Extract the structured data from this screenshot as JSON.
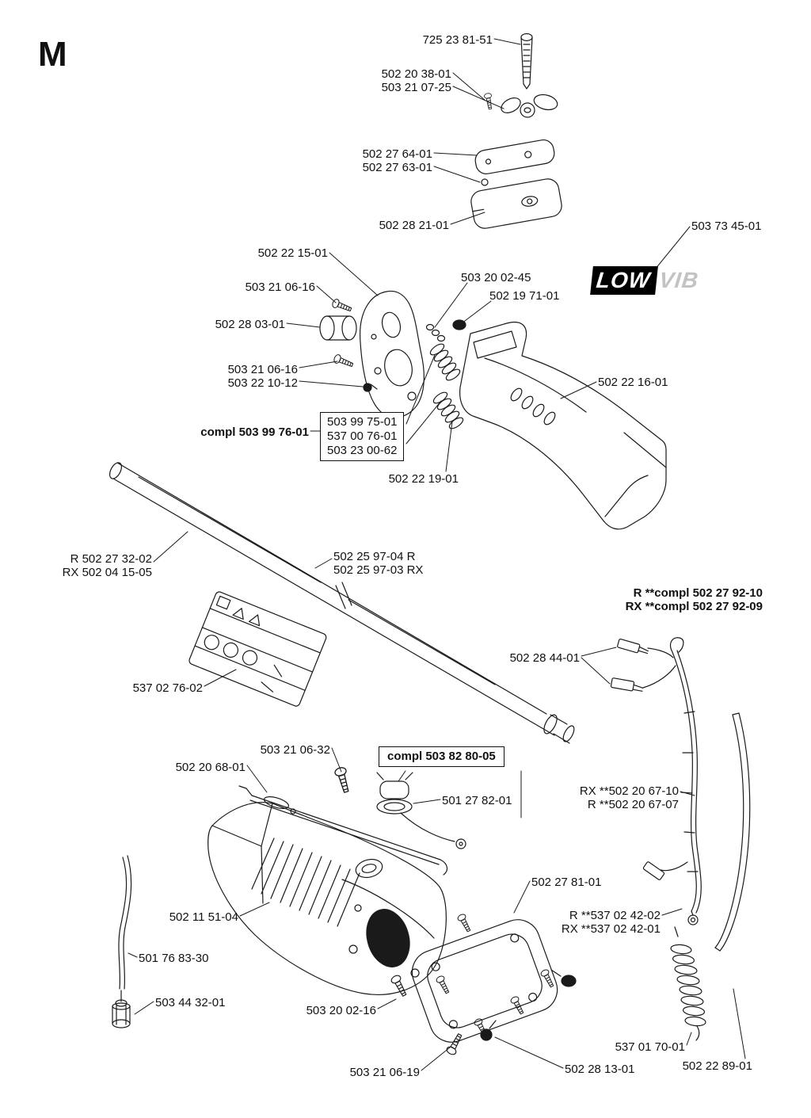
{
  "page": {
    "section_letter": "M"
  },
  "logo": {
    "low_text": "LOW",
    "vib_text": "VIB"
  },
  "labels": [
    {
      "text": "725 23 81-51"
    },
    {
      "text": "502 20 38-01"
    },
    {
      "text": "503 21 07-25"
    },
    {
      "text": "502 27 64-01"
    },
    {
      "text": "502 27 63-01"
    },
    {
      "text": "502 28 21-01"
    },
    {
      "text": "503 73 45-01"
    },
    {
      "text": "502 22 15-01"
    },
    {
      "text": "503 21 06-16"
    },
    {
      "text": "502 28 03-01"
    },
    {
      "text": "503 20 02-45"
    },
    {
      "text": "502 19 71-01"
    },
    {
      "text": "503 21 06-16"
    },
    {
      "text": "503 22 10-12"
    },
    {
      "text": "502 22 16-01"
    },
    {
      "text": "compl 503 99 76-01"
    },
    {
      "text": "503 99 75-01"
    },
    {
      "text": "537 00 76-01"
    },
    {
      "text": "503 23 00-62"
    },
    {
      "text": "502 22 19-01"
    },
    {
      "text": "R 502 27 32-02"
    },
    {
      "text": "RX 502 04 15-05"
    },
    {
      "text": "502 25 97-04 R"
    },
    {
      "text": "502 25 97-03 RX"
    },
    {
      "text": "R **compl 502 27 92-10"
    },
    {
      "text": "RX **compl 502 27 92-09"
    },
    {
      "text": "502 28 44-01"
    },
    {
      "text": "537 02 76-02"
    },
    {
      "text": "503 21 06-32"
    },
    {
      "text": "502 20 68-01"
    },
    {
      "text": "compl 503 82 80-05"
    },
    {
      "text": "501 27 82-01"
    },
    {
      "text": "RX **502 20 67-10"
    },
    {
      "text": "R **502 20 67-07"
    },
    {
      "text": "502 27 81-01"
    },
    {
      "text": "R **537 02 42-02"
    },
    {
      "text": "RX **537 02 42-01"
    },
    {
      "text": "502 11 51-04"
    },
    {
      "text": "501 76 83-30"
    },
    {
      "text": "503 44 32-01"
    },
    {
      "text": "503 20 02-16"
    },
    {
      "text": "503 21 06-19"
    },
    {
      "text": "502 28 13-01"
    },
    {
      "text": "537 01 70-01"
    },
    {
      "text": "502 22 89-01"
    }
  ]
}
